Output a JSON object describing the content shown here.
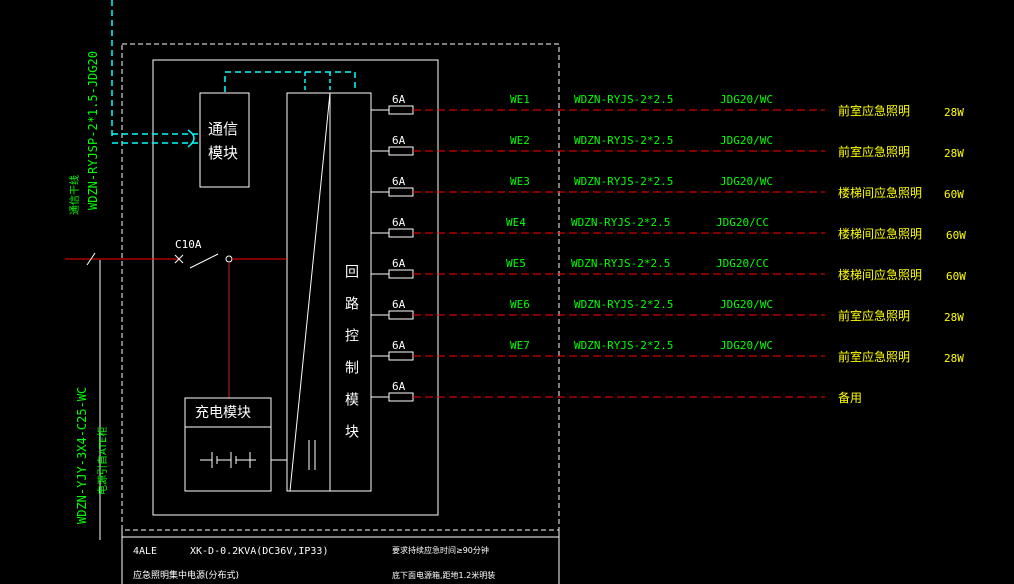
{
  "colors": {
    "background": "#000000",
    "white": "#ffffff",
    "green": "#00ff00",
    "yellow": "#ffff00",
    "red": "#ff0000",
    "cyan": "#00ffff",
    "dark_red": "#cc2222"
  },
  "feeder": {
    "bus_cable": "WDZN-RYJSP-2*1.5-JDG20",
    "bus_label": "通信干线",
    "power_cable": "WDZN-YJY-3X4-C25-WC",
    "power_label": "电源引自ATE柜"
  },
  "modules": {
    "comm_line1": "通信",
    "comm_line2": "模块",
    "charge": "充电模块",
    "loop_control": "回路控制模块",
    "main_breaker": "C10A"
  },
  "circuits": [
    {
      "fuse": "6A",
      "id": "WE1",
      "cable": "WDZN-RYJS-2*2.5",
      "conduit": "JDG20/WC",
      "load": "前室应急照明",
      "power": "28W"
    },
    {
      "fuse": "6A",
      "id": "WE2",
      "cable": "WDZN-RYJS-2*2.5",
      "conduit": "JDG20/WC",
      "load": "前室应急照明",
      "power": "28W"
    },
    {
      "fuse": "6A",
      "id": "WE3",
      "cable": "WDZN-RYJS-2*2.5",
      "conduit": "JDG20/WC",
      "load": "楼梯间应急照明",
      "power": "60W"
    },
    {
      "fuse": "6A",
      "id": "WE4",
      "cable": "WDZN-RYJS-2*2.5",
      "conduit": "JDG20/CC",
      "load": "楼梯间应急照明",
      "power": "60W"
    },
    {
      "fuse": "6A",
      "id": "WE5",
      "cable": "WDZN-RYJS-2*2.5",
      "conduit": "JDG20/CC",
      "load": "楼梯间应急照明",
      "power": "60W"
    },
    {
      "fuse": "6A",
      "id": "WE6",
      "cable": "WDZN-RYJS-2*2.5",
      "conduit": "JDG20/WC",
      "load": "前室应急照明",
      "power": "28W"
    },
    {
      "fuse": "6A",
      "id": "WE7",
      "cable": "WDZN-RYJS-2*2.5",
      "conduit": "JDG20/WC",
      "load": "前室应急照明",
      "power": "28W"
    },
    {
      "fuse": "6A",
      "id": "",
      "cable": "",
      "conduit": "",
      "load": "备用",
      "power": ""
    }
  ],
  "footer": {
    "panel_id": "4ALE",
    "model": "XK-D-0.2KVA(DC36V,IP33)",
    "requirement": "要求持续应急时间≥90分钟",
    "panel_name": "应急照明集中电源(分布式)",
    "install_note": "底下面电源箱,距地1.2米明装"
  }
}
